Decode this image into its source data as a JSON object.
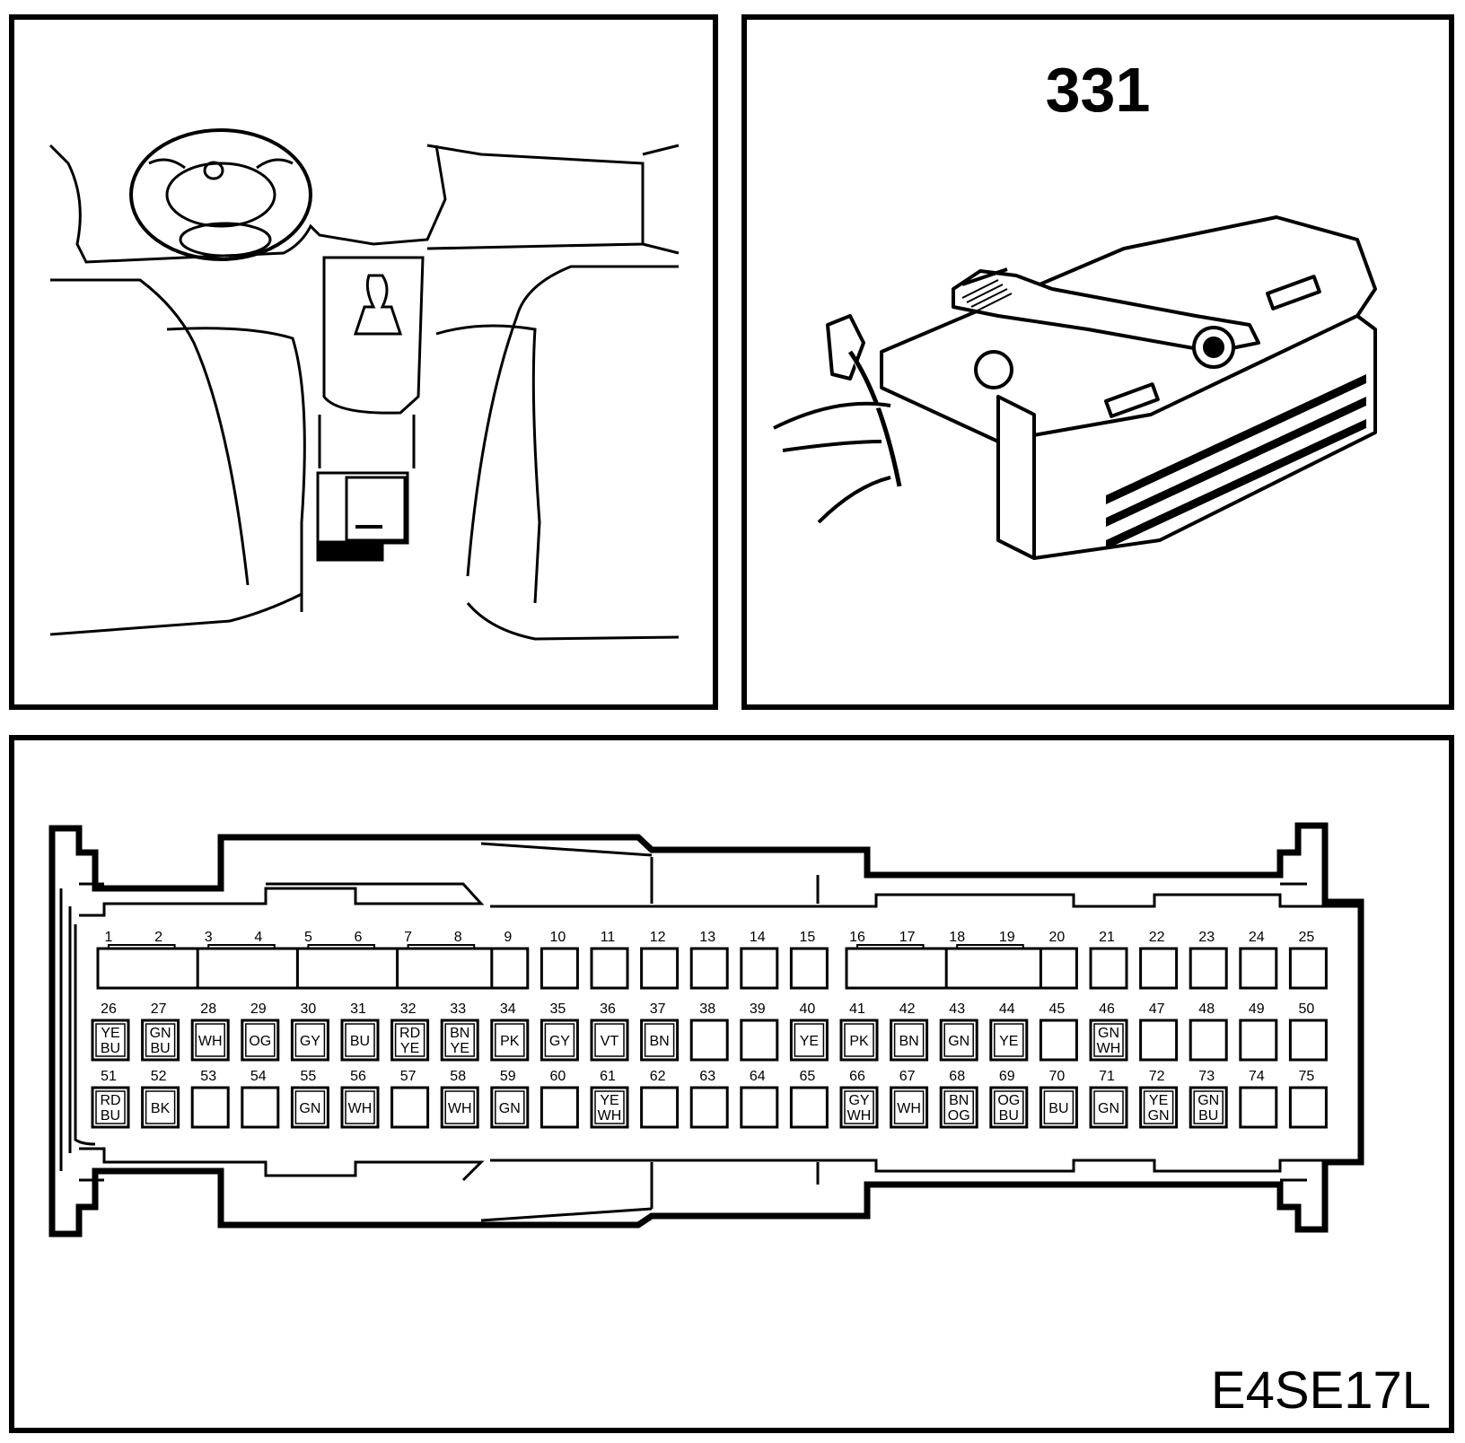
{
  "connector": {
    "number": "331",
    "code": "E4SE17L"
  },
  "pins": {
    "row1": [
      {
        "pin": "1",
        "color": []
      },
      {
        "pin": "2",
        "color": []
      },
      {
        "pin": "3",
        "color": []
      },
      {
        "pin": "4",
        "color": []
      },
      {
        "pin": "5",
        "color": []
      },
      {
        "pin": "6",
        "color": []
      },
      {
        "pin": "7",
        "color": []
      },
      {
        "pin": "8",
        "color": []
      },
      {
        "pin": "9",
        "color": []
      },
      {
        "pin": "10",
        "color": []
      },
      {
        "pin": "11",
        "color": []
      },
      {
        "pin": "12",
        "color": []
      },
      {
        "pin": "13",
        "color": []
      },
      {
        "pin": "14",
        "color": []
      },
      {
        "pin": "15",
        "color": []
      },
      {
        "pin": "16",
        "color": []
      },
      {
        "pin": "17",
        "color": []
      },
      {
        "pin": "18",
        "color": []
      },
      {
        "pin": "19",
        "color": []
      },
      {
        "pin": "20",
        "color": []
      },
      {
        "pin": "21",
        "color": []
      },
      {
        "pin": "22",
        "color": []
      },
      {
        "pin": "23",
        "color": []
      },
      {
        "pin": "24",
        "color": []
      },
      {
        "pin": "25",
        "color": []
      }
    ],
    "row2": [
      {
        "pin": "26",
        "color": [
          "YE",
          "BU"
        ]
      },
      {
        "pin": "27",
        "color": [
          "GN",
          "BU"
        ]
      },
      {
        "pin": "28",
        "color": [
          "WH"
        ]
      },
      {
        "pin": "29",
        "color": [
          "OG"
        ]
      },
      {
        "pin": "30",
        "color": [
          "GY"
        ]
      },
      {
        "pin": "31",
        "color": [
          "BU"
        ]
      },
      {
        "pin": "32",
        "color": [
          "RD",
          "YE"
        ]
      },
      {
        "pin": "33",
        "color": [
          "BN",
          "YE"
        ]
      },
      {
        "pin": "34",
        "color": [
          "PK"
        ]
      },
      {
        "pin": "35",
        "color": [
          "GY"
        ]
      },
      {
        "pin": "36",
        "color": [
          "VT"
        ]
      },
      {
        "pin": "37",
        "color": [
          "BN"
        ]
      },
      {
        "pin": "38",
        "color": []
      },
      {
        "pin": "39",
        "color": []
      },
      {
        "pin": "40",
        "color": [
          "YE"
        ]
      },
      {
        "pin": "41",
        "color": [
          "PK"
        ]
      },
      {
        "pin": "42",
        "color": [
          "BN"
        ]
      },
      {
        "pin": "43",
        "color": [
          "GN"
        ]
      },
      {
        "pin": "44",
        "color": [
          "YE"
        ]
      },
      {
        "pin": "45",
        "color": []
      },
      {
        "pin": "46",
        "color": [
          "GN",
          "WH"
        ]
      },
      {
        "pin": "47",
        "color": []
      },
      {
        "pin": "48",
        "color": []
      },
      {
        "pin": "49",
        "color": []
      },
      {
        "pin": "50",
        "color": []
      }
    ],
    "row3": [
      {
        "pin": "51",
        "color": [
          "RD",
          "BU"
        ]
      },
      {
        "pin": "52",
        "color": [
          "BK"
        ]
      },
      {
        "pin": "53",
        "color": []
      },
      {
        "pin": "54",
        "color": []
      },
      {
        "pin": "55",
        "color": [
          "GN"
        ]
      },
      {
        "pin": "56",
        "color": [
          "WH"
        ]
      },
      {
        "pin": "57",
        "color": []
      },
      {
        "pin": "58",
        "color": [
          "WH"
        ]
      },
      {
        "pin": "59",
        "color": [
          "GN"
        ]
      },
      {
        "pin": "60",
        "color": []
      },
      {
        "pin": "61",
        "color": [
          "YE",
          "WH"
        ]
      },
      {
        "pin": "62",
        "color": []
      },
      {
        "pin": "63",
        "color": []
      },
      {
        "pin": "64",
        "color": []
      },
      {
        "pin": "65",
        "color": []
      },
      {
        "pin": "66",
        "color": [
          "GY",
          "WH"
        ]
      },
      {
        "pin": "67",
        "color": [
          "WH"
        ]
      },
      {
        "pin": "68",
        "color": [
          "BN",
          "OG"
        ]
      },
      {
        "pin": "69",
        "color": [
          "OG",
          "BU"
        ]
      },
      {
        "pin": "70",
        "color": [
          "BU"
        ]
      },
      {
        "pin": "71",
        "color": [
          "GN"
        ]
      },
      {
        "pin": "72",
        "color": [
          "YE",
          "GN"
        ]
      },
      {
        "pin": "73",
        "color": [
          "GN",
          "BU"
        ]
      },
      {
        "pin": "74",
        "color": []
      },
      {
        "pin": "75",
        "color": []
      }
    ]
  },
  "colors": {
    "line": "#000000",
    "background": "#ffffff"
  }
}
